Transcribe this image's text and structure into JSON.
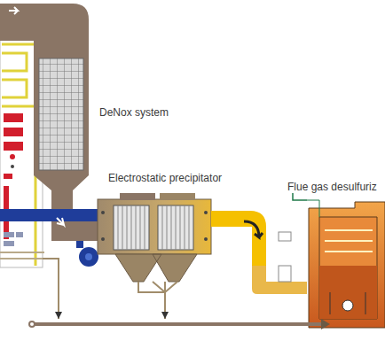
{
  "diagram": {
    "labels": [
      "DeNox system",
      "Electrostatic precipitator",
      "Flue gas desulfuriz"
    ]
  }
}
